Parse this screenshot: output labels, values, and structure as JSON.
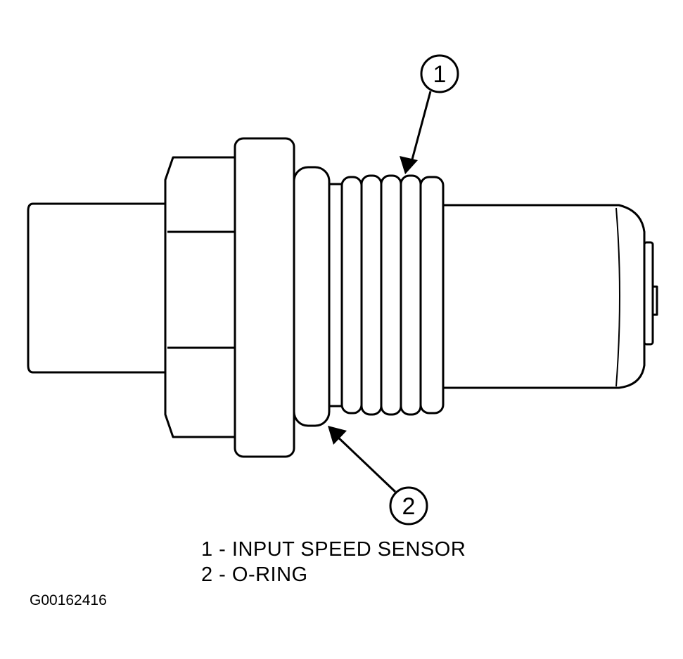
{
  "callouts": [
    {
      "number": "1",
      "label": "INPUT SPEED SENSOR"
    },
    {
      "number": "2",
      "label": "O-RING"
    }
  ],
  "legend": [
    "1 - INPUT SPEED SENSOR",
    "2 - O-RING"
  ],
  "figure_id": "G00162416",
  "colors": {
    "line": "#000000",
    "background": "#ffffff"
  }
}
